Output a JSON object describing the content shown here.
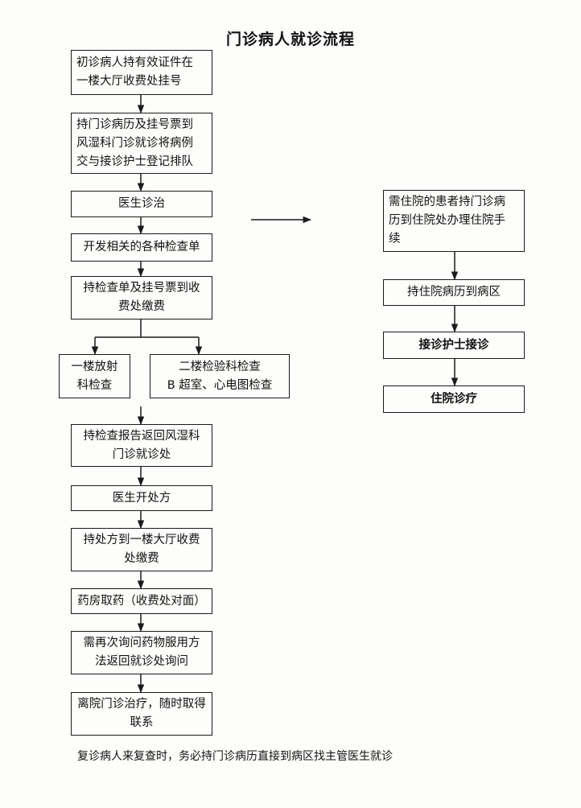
{
  "title": "门诊病人就诊流程",
  "steps": {
    "s1": "初诊病人持有效证件在\n一楼大厅收费处挂号",
    "s2": "持门诊病历及挂号票到\n风湿科门诊就诊将病例\n交与接诊护士登记排队",
    "s3": "医生诊治",
    "s4": "开发相关的各种检查单",
    "s5": "持检查单及挂号票到收\n费处缴费",
    "s6a": "一楼放射\n科检查",
    "s6b": "二楼检验科检查\nB 超室、心电图检查",
    "s7": "持检查报告返回风湿科\n门诊就诊处",
    "s8": "医生开处方",
    "s9": "持处方到一楼大厅收费\n处缴费",
    "s10": "药房取药（收费处对面）",
    "s11": "需再次询问药物服用方\n法返回就诊处询问",
    "s12": "离院门诊治疗，随时取得\n联系"
  },
  "inpatient": {
    "r1": "需住院的患者持门诊病\n历到住院处办理住院手\n续",
    "r2": "持住院病历到病区",
    "r3": "接诊护士接诊",
    "r4": "住院诊疗"
  },
  "footer_note": "复诊病人来复查时，务必持门诊病历直接到病区找主管医生就诊"
}
